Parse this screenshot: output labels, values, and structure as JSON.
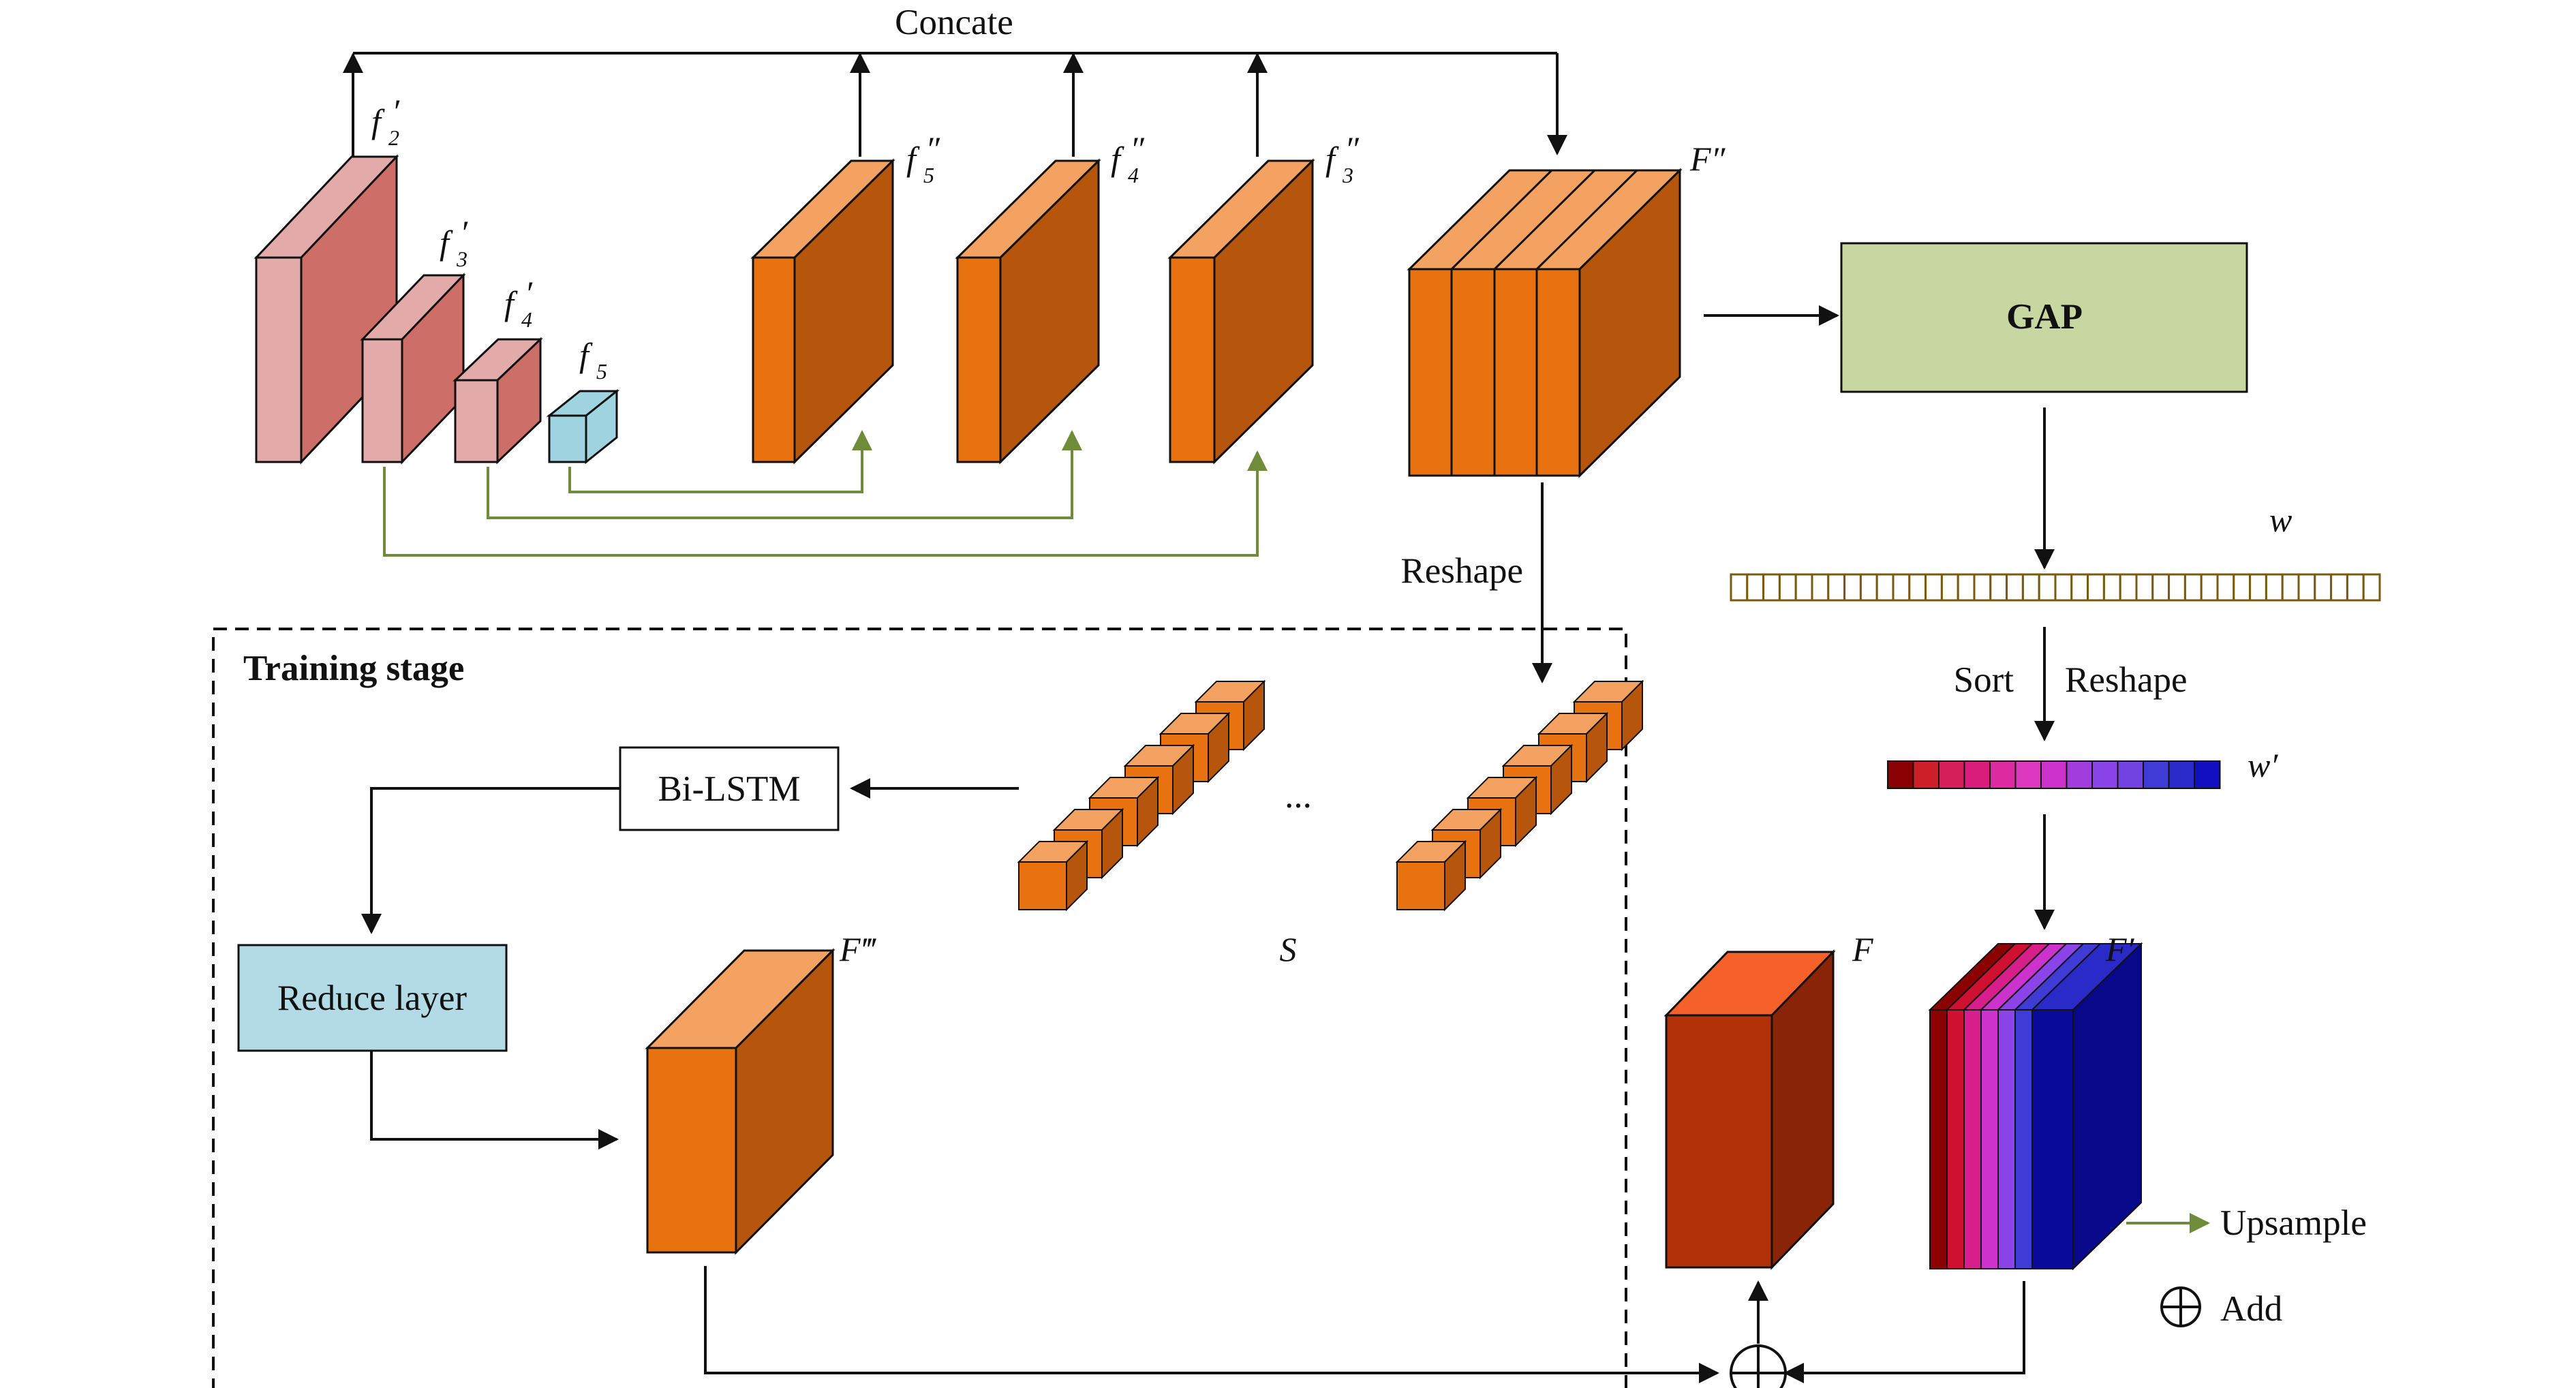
{
  "labels": {
    "concate": "Concate",
    "reshape_top": "Reshape",
    "training_stage": "Training stage",
    "bi_lstm": "Bi-LSTM",
    "reduce_layer": "Reduce layer",
    "gap": "GAP",
    "w": "w",
    "sort": "Sort",
    "reshape_right": "Reshape",
    "w_prime": "w′",
    "ellipsis": "...",
    "s": "S",
    "f_big": "F",
    "f_prime_big": "F′",
    "f_double_prime_big": "F″",
    "f_triple_prime_big": "F‴",
    "upsample": "Upsample",
    "add": "Add"
  },
  "feature_labels": {
    "f2p": {
      "base": "f",
      "sub": "2",
      "mark": "′"
    },
    "f3p": {
      "base": "f",
      "sub": "3",
      "mark": "′"
    },
    "f4p": {
      "base": "f",
      "sub": "4",
      "mark": "′"
    },
    "f5": {
      "base": "f",
      "sub": "5",
      "mark": ""
    },
    "f5pp": {
      "base": "f",
      "sub": "5",
      "mark": "″"
    },
    "f4pp": {
      "base": "f",
      "sub": "4",
      "mark": "″"
    },
    "f3pp": {
      "base": "f",
      "sub": "3",
      "mark": "″"
    }
  },
  "colors": {
    "pink_front": "#cd6e69",
    "pink_light": "#e3aaaa",
    "cyan": "#9fd3e0",
    "orange_front": "#e8720f",
    "orange_side": "#b5560c",
    "orange_top": "#f4a262",
    "gap_fill": "#c8d7a1",
    "reduce_fill": "#b3dbe6",
    "upsample_arrow": "#6e8c3a",
    "red_front": "#b23109",
    "red_side": "#8a2406",
    "red_top": "#f56128",
    "w_bar_border": "#7a5a10",
    "sorted_bar_colors": [
      "#8b0000",
      "#cc1f2a",
      "#d3205a",
      "#d81e7a",
      "#dd2aa0",
      "#dc39c0",
      "#cc33cc",
      "#a33cdc",
      "#8a44e8",
      "#7243e0",
      "#3f3bd5",
      "#2a2ac8",
      "#1010c0"
    ]
  }
}
